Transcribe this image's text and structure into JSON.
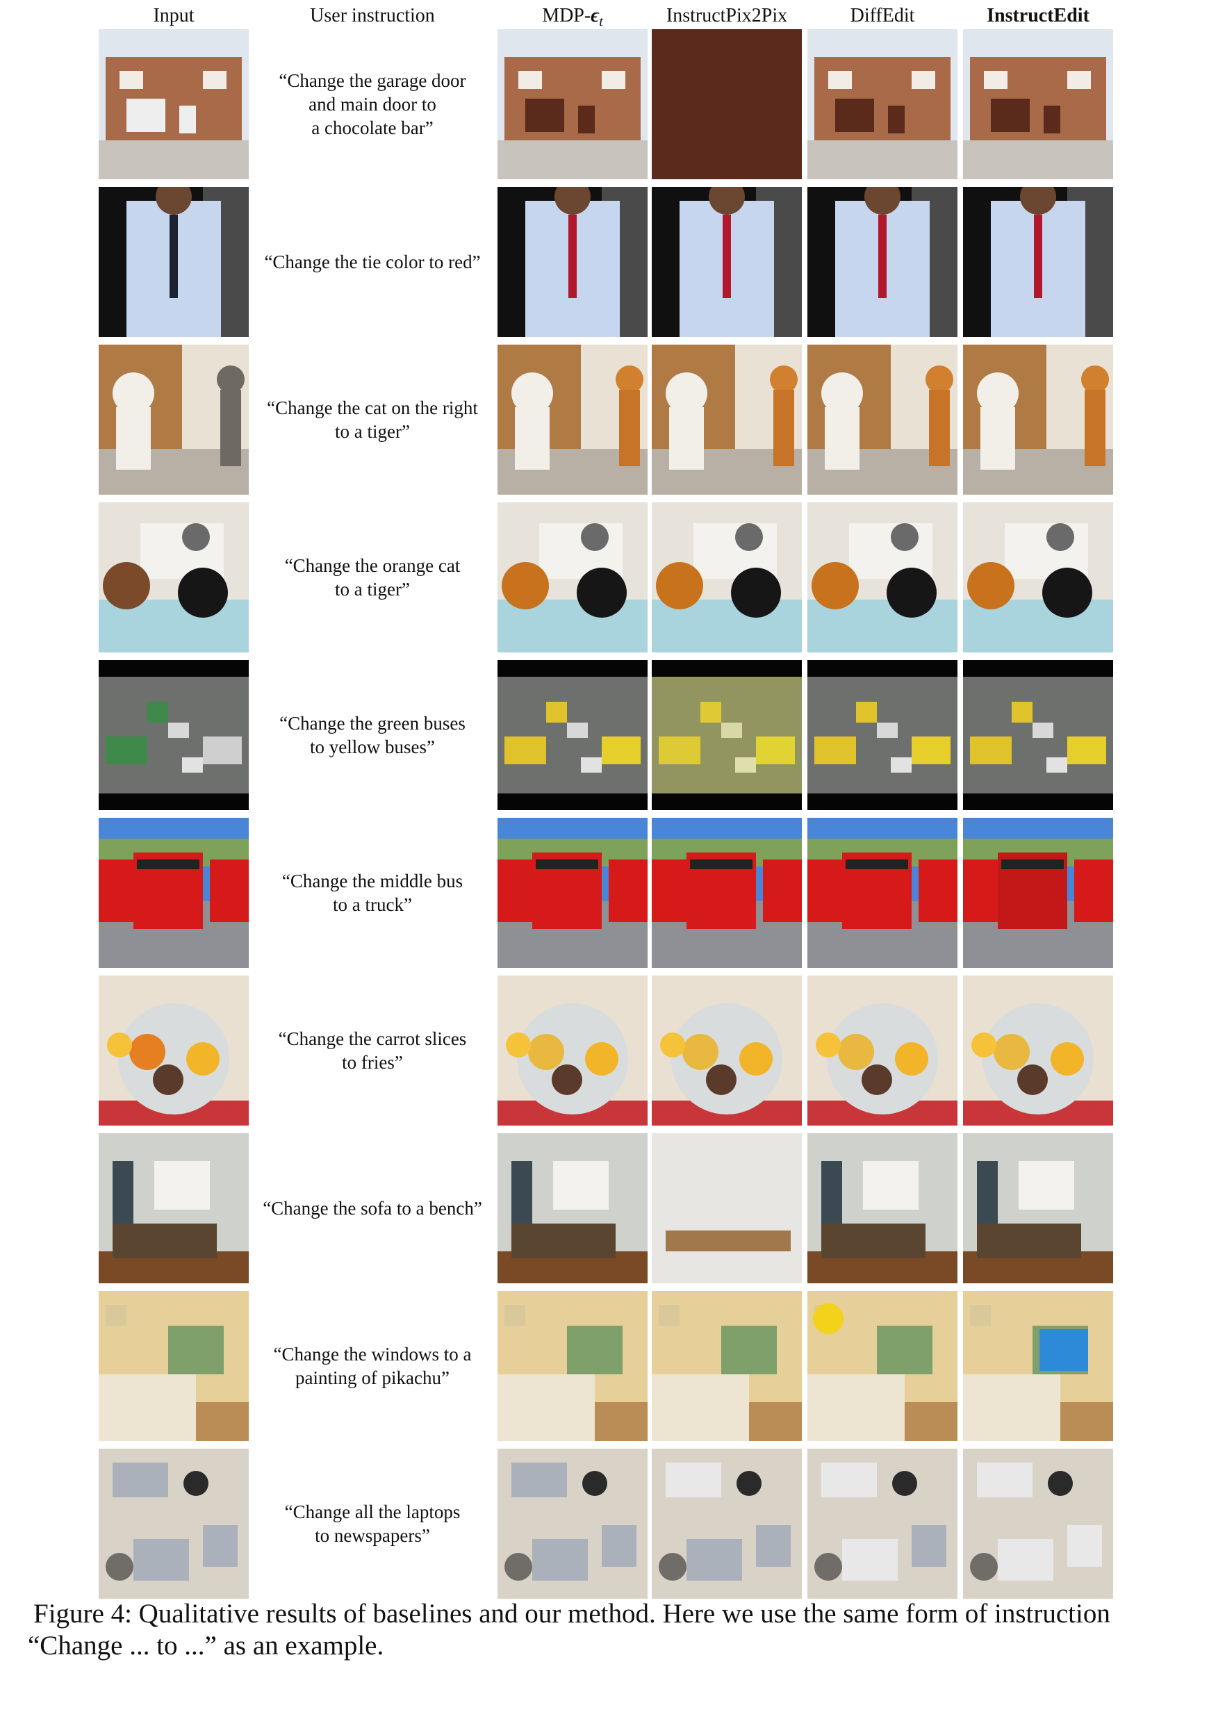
{
  "figure": {
    "headers": {
      "input": "Input",
      "instruction": "User instruction",
      "mdp": "MDP-",
      "mdp_symbol": "ϵ",
      "mdp_sub": "t",
      "ip2p": "InstructPix2Pix",
      "diffedit": "DiffEdit",
      "instructedit": "InstructEdit"
    },
    "rows": [
      {
        "instruction": "“Change the garage door\nand main door to\na chocolate bar”",
        "scene": "house",
        "palette": {
          "sky": "#dfe6ee",
          "main": "#a86a48",
          "accent": "#f1ede6",
          "ground": "#c9c3bd"
        }
      },
      {
        "instruction": "“Change the tie color to red”",
        "scene": "man-tie",
        "palette": {
          "sky": "#101010",
          "main": "#c6d6ee",
          "accent": "#1b2130",
          "ground": "#8c8c8c"
        }
      },
      {
        "instruction": "“Change the cat on the right\nto a tiger”",
        "scene": "cats",
        "palette": {
          "sky": "#b07a45",
          "main": "#f2efe9",
          "accent": "#6e6a62",
          "ground": "#b9b0a5"
        }
      },
      {
        "instruction": "“Change the orange cat\nto a tiger”",
        "scene": "cats-bed",
        "palette": {
          "sky": "#e7e2da",
          "main": "#f4f2ee",
          "accent": "#7a4a2a",
          "ground": "#a9d4dd"
        }
      },
      {
        "instruction": "“Change the green buses\nto yellow buses”",
        "scene": "traffic",
        "palette": {
          "sky": "#b9bcb7",
          "main": "#8a8e8a",
          "accent": "#3f8a4a",
          "ground": "#6e706d"
        }
      },
      {
        "instruction": "“Change the middle bus\nto a truck”",
        "scene": "buses",
        "palette": {
          "sky": "#4a86d8",
          "main": "#d61a1a",
          "accent": "#f4f4f4",
          "ground": "#8e9096"
        }
      },
      {
        "instruction": "“Change the carrot slices\nto fries”",
        "scene": "food",
        "palette": {
          "sky": "#e9e0d2",
          "main": "#d8dcdd",
          "accent": "#f2b52a",
          "ground": "#c8363a"
        }
      },
      {
        "instruction": "“Change the sofa to a bench”",
        "scene": "livingroom",
        "palette": {
          "sky": "#cfd1cc",
          "main": "#5a4630",
          "accent": "#f3f2ee",
          "ground": "#7a4a26"
        }
      },
      {
        "instruction": "“Change the windows to a\npainting of pikachu”",
        "scene": "bedroom",
        "palette": {
          "sky": "#e6cf98",
          "main": "#ede4d2",
          "accent": "#7fa06a",
          "ground": "#b98d55"
        }
      },
      {
        "instruction": "“Change all the laptops\nto newspapers”",
        "scene": "desk",
        "palette": {
          "sky": "#d9d3c7",
          "main": "#aab1bb",
          "accent": "#2a2a2a",
          "ground": "#cfc6b8"
        }
      }
    ],
    "caption_line1": "Figure 4: Qualitative results of baselines and our method. Here we use the same form of instruction",
    "caption_line2": "“Change ... to ...” as an example."
  }
}
